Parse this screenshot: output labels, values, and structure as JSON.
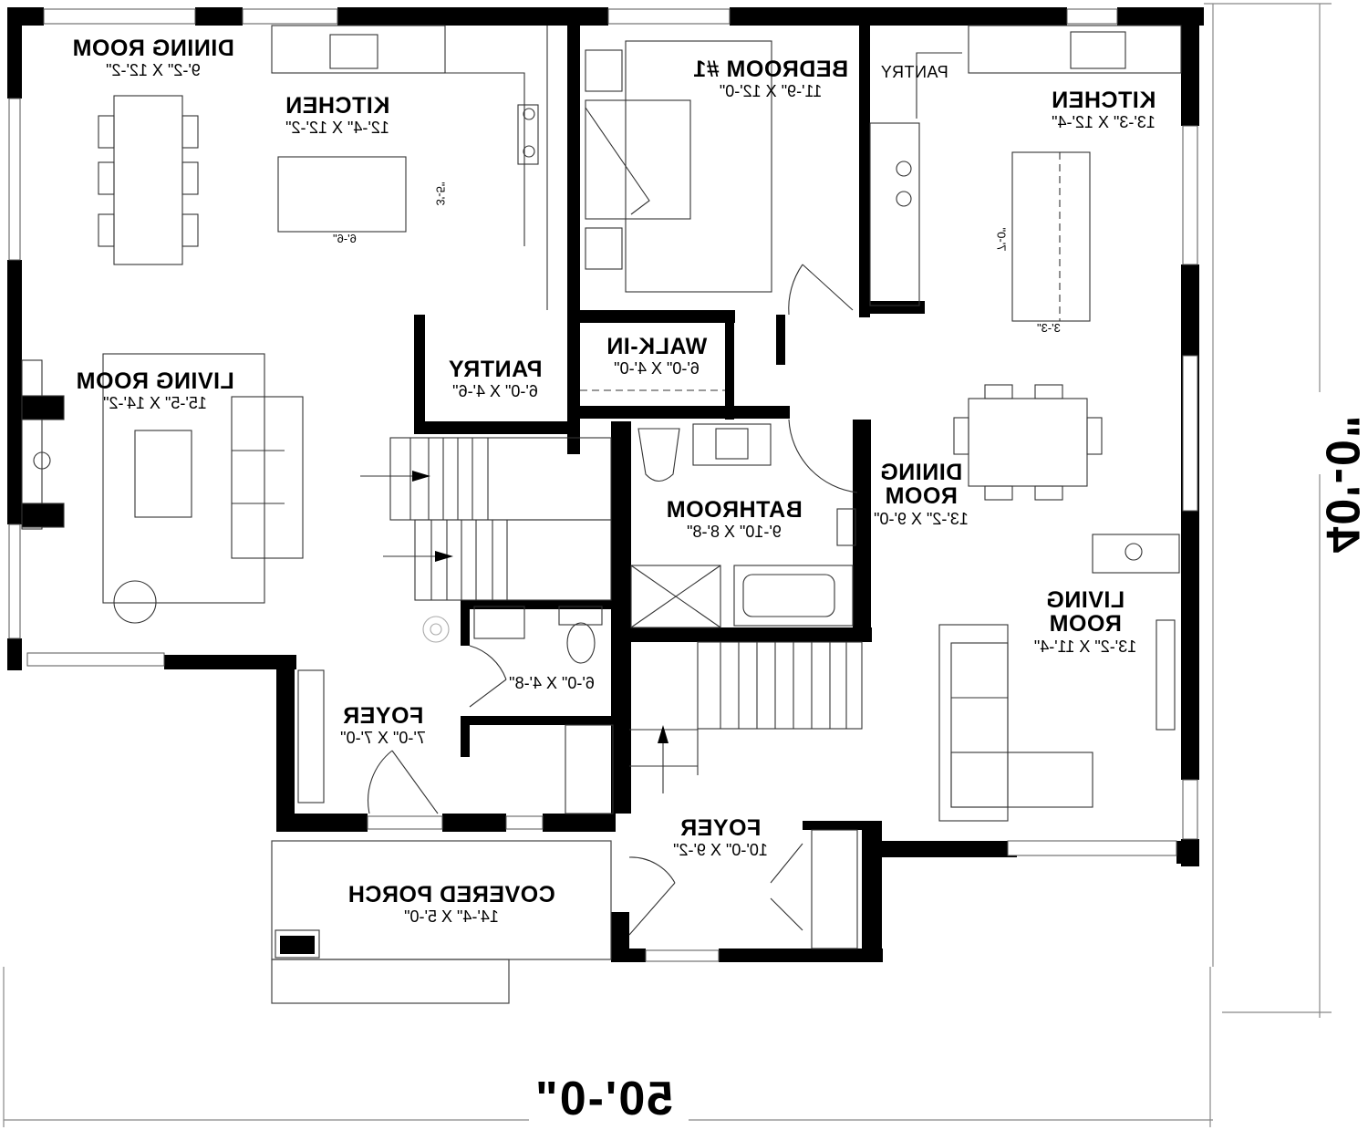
{
  "plan": {
    "mirrored": true,
    "overall_width": "50'-0\"",
    "overall_depth": "40'-0\"",
    "wall_color": "#000000",
    "line_color": "#333333",
    "background": "#ffffff"
  },
  "units": {
    "left": {
      "rooms": [
        {
          "id": "dining_left",
          "name": "DINING ROOM",
          "dims": "9'-2\" X 12'-2\""
        },
        {
          "id": "kitchen_left",
          "name": "KITCHEN",
          "dims": "12'-4\" X 12'-2\""
        },
        {
          "id": "living_left",
          "name": "LIVING ROOM",
          "dims": "15'-5\" X 14'-2\""
        },
        {
          "id": "pantry_left",
          "name": "PANTRY",
          "dims": "6'-0\" X 4'-6\""
        },
        {
          "id": "powder_left",
          "name": "",
          "dims": "6'-0\" X 4'-8\""
        },
        {
          "id": "foyer_left",
          "name": "FOYER",
          "dims": "7'-0\" X 7'-0\""
        },
        {
          "id": "porch",
          "name": "COVERED PORCH",
          "dims": "14'-4\" X 5'-0\""
        }
      ],
      "island": {
        "width": "6'-6\"",
        "depth": "3'-5\""
      }
    },
    "right": {
      "rooms": [
        {
          "id": "bedroom1",
          "name": "BEDROOM #1",
          "dims": "11'-9\" X 12'-0\""
        },
        {
          "id": "pantry_right",
          "name": "PANTRY",
          "dims": ""
        },
        {
          "id": "kitchen_right",
          "name": "KITCHEN",
          "dims": "13'-3\" X 12'-4\""
        },
        {
          "id": "walkin",
          "name": "WALK-IN",
          "dims": "6'-0\" X 4'-0\""
        },
        {
          "id": "bathroom",
          "name": "BATHROOM",
          "dims": "9'-10\" X 8'-8\""
        },
        {
          "id": "dining_right",
          "name_line1": "DINING",
          "name_line2": "ROOM",
          "dims": "13'-2\" X 9'-0\""
        },
        {
          "id": "living_right",
          "name_line1": "LIVING",
          "name_line2": "ROOM",
          "dims": "13'-2\" X 11'-4\""
        },
        {
          "id": "foyer_right",
          "name": "FOYER",
          "dims": "10'-0\" X 9'-2\""
        }
      ],
      "island": {
        "width": "3'-3\"",
        "length": "7'-0\""
      }
    }
  },
  "icons": [
    "fireplace-icon",
    "sink-icon",
    "range-icon",
    "toilet-icon",
    "bathtub-icon",
    "shower-icon",
    "bed-icon",
    "sofa-icon",
    "dining-table-icon",
    "stair-arrow-icon",
    "plant-icon",
    "door-swing-icon",
    "window-icon"
  ]
}
